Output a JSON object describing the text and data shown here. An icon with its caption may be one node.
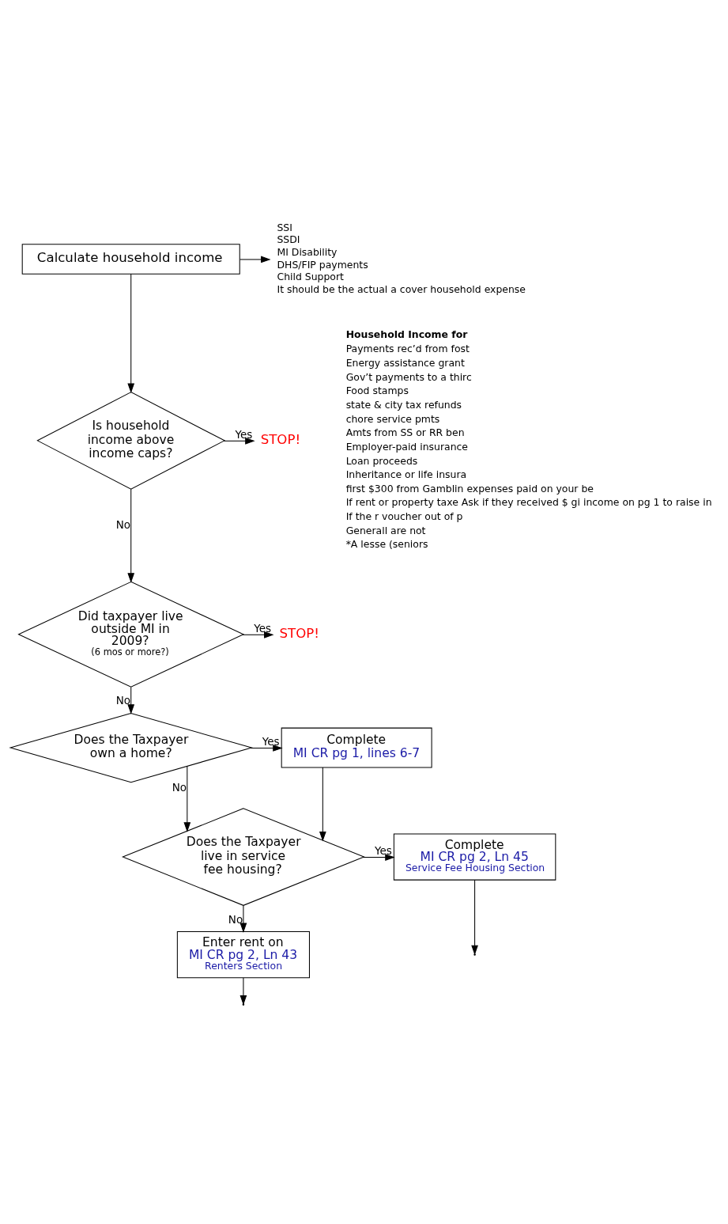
{
  "diagram": {
    "nodes": [
      {
        "text": [
          "Calculate household income"
        ]
      },
      {
        "text": [
          "SSI",
          "SSDI",
          "MI Disability",
          "DHS/FIP payments",
          "Child Support",
          "It should be the actual a cover household expense"
        ]
      },
      {
        "text": [
          "Is household income above income caps?"
        ]
      },
      {
        "text": [
          "STOP!"
        ]
      },
      {
        "text": [
          "Did taxpayer live outside MI in 2009?",
          "(6 mos or more?)"
        ]
      },
      {
        "text": [
          "STOP!"
        ]
      },
      {
        "text": [
          "Does the Taxpayer own a home?"
        ]
      },
      {
        "text": [
          "Complete",
          "MI CR pg 1, lines 6-7"
        ]
      },
      {
        "text": [
          "Does the Taxpayer live in service fee housing?"
        ]
      },
      {
        "text": [
          "Complete",
          "MI CR pg 2, Ln 45",
          "Service Fee Housing Section"
        ]
      },
      {
        "text": [
          "Enter rent on",
          "MI CR pg 2, Ln 43",
          "Renters Section"
        ]
      }
    ],
    "edges": [
      {
        "from": 0,
        "to": 1,
        "arrow": "to"
      },
      {
        "from": 0,
        "to": 2,
        "arrow": "to"
      },
      {
        "from": 2,
        "to": 3,
        "label": "Yes",
        "arrow": "to"
      },
      {
        "from": 2,
        "to": 4,
        "label": "No",
        "arrow": "to"
      },
      {
        "from": 4,
        "to": 5,
        "label": "Yes",
        "arrow": "to"
      },
      {
        "from": 4,
        "to": 6,
        "label": "No",
        "arrow": "to"
      },
      {
        "from": 6,
        "to": 7,
        "label": "Yes",
        "arrow": "to"
      },
      {
        "from": 6,
        "to": 8,
        "label": "No",
        "arrow": "to"
      },
      {
        "from": 7,
        "to": 8,
        "arrow": "to"
      },
      {
        "from": 8,
        "to": 9,
        "label": "Yes",
        "arrow": "to"
      },
      {
        "from": 8,
        "to": 10,
        "label": "No",
        "arrow": "to"
      },
      {
        "from": 10,
        "to": null,
        "arrow": "to"
      },
      {
        "from": 9,
        "to": null,
        "arrow": "to"
      }
    ],
    "labels": [
      "Household Income for",
      "Payments rec’d from fost",
      "Energy assistance grant",
      "Gov’t payments to a thirc",
      "Food stamps",
      "state & city tax refunds",
      "chore service pmts",
      "Amts from SS or RR ben",
      "Employer-paid insurance",
      "Loan proceeds",
      "Inheritance or life insura",
      "first $300 from Gamblin expenses paid on your be",
      "If rent or property taxe Ask if they received $ gi income on pg 1 to raise in",
      "If the r voucher out of p",
      "Generall are not",
      "*A lesse (seniors"
    ]
  }
}
